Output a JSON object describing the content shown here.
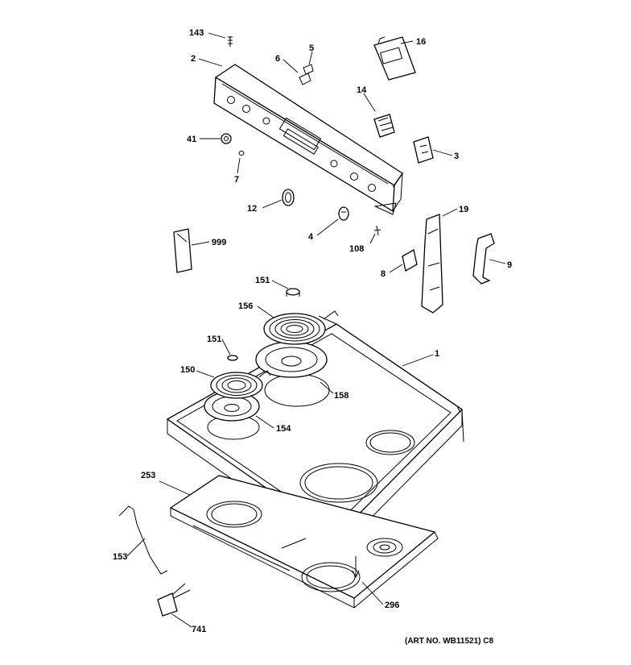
{
  "callouts": {
    "c143": "143",
    "c2": "2",
    "c6": "6",
    "c5": "5",
    "c16": "16",
    "c14": "14",
    "c41": "41",
    "c7": "7",
    "c3": "3",
    "c12": "12",
    "c4": "4",
    "c108": "108",
    "c19": "19",
    "c999": "999",
    "c8": "8",
    "c9": "9",
    "c151a": "151",
    "c156": "156",
    "c151b": "151",
    "c1": "1",
    "c150": "150",
    "c158": "158",
    "c154": "154",
    "c253": "253",
    "c153": "153",
    "c296": "296",
    "c741": "741"
  },
  "art_number": "(ART NO. WB11521) C8"
}
